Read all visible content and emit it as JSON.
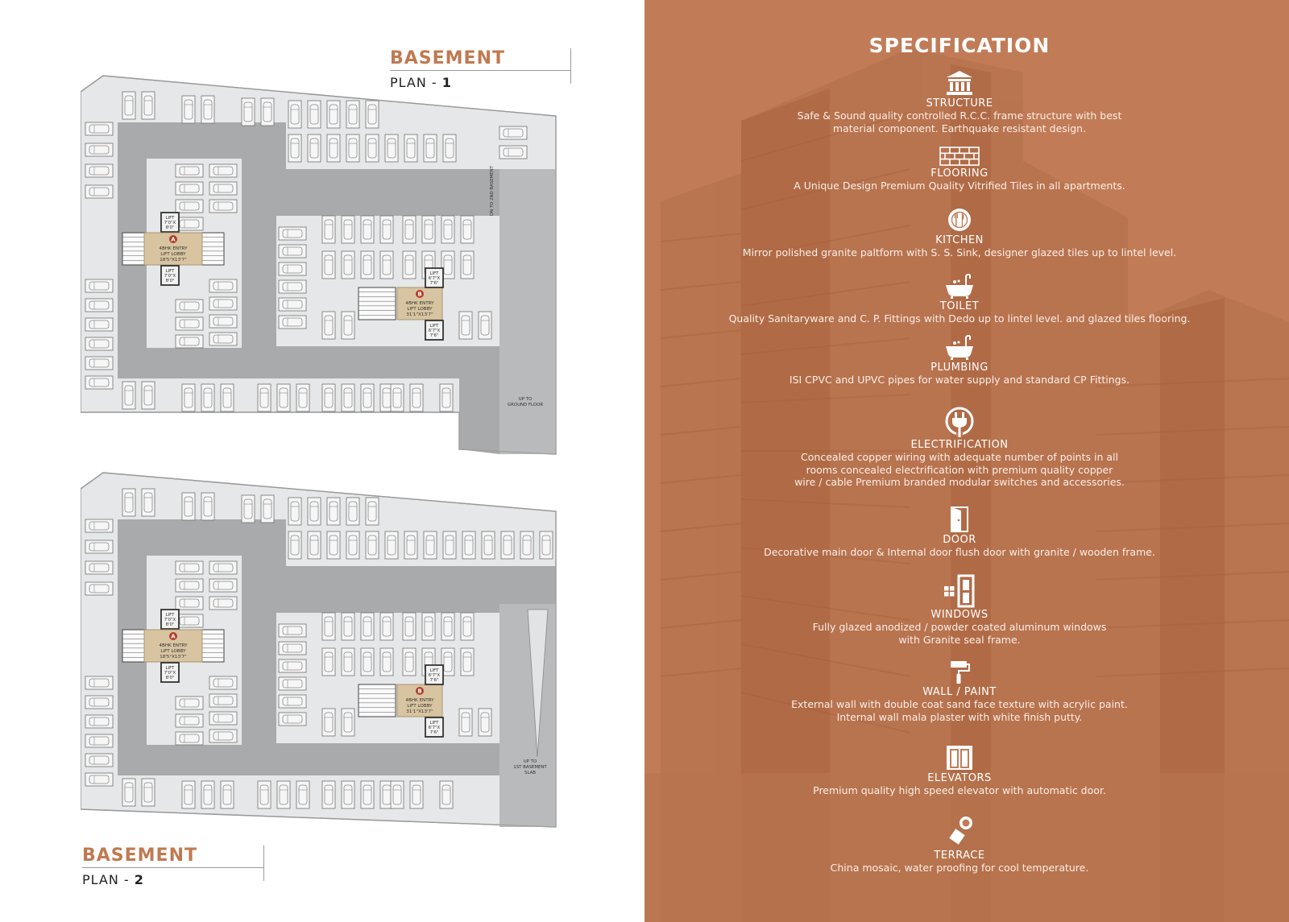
{
  "plans": [
    {
      "title": "BASEMENT",
      "subtitle_prefix": "PLAN - ",
      "subtitle_number": "1",
      "lobby_a": {
        "marker": "A",
        "line1": "4BHK ENTRY",
        "line2": "LIFT LOBBY",
        "line3": "18'5\"X13'7\""
      },
      "lift_a_top": {
        "line1": "LIFT",
        "line2": "7'0\"X",
        "line3": "8'0\""
      },
      "lift_a_bottom": {
        "line1": "LIFT",
        "line2": "7'0\"X",
        "line3": "8'0\""
      },
      "lobby_b": {
        "marker": "B",
        "line1": "4BHK ENTRY",
        "line2": "LIFT LOBBY",
        "line3": "31'1\"X13'7\""
      },
      "lift_b_top": {
        "line1": "LIFT",
        "line2": "6'7\"X",
        "line3": "7'6\""
      },
      "lift_b_bottom": {
        "line1": "LIFT",
        "line2": "6'7\"X",
        "line3": "7'6\""
      },
      "ramp_top_label": "DN TO 2ND BASEMENT",
      "ramp_bottom_line1": "UP TO",
      "ramp_bottom_line2": "GROUND FLOOR"
    },
    {
      "title": "BASEMENT",
      "subtitle_prefix": "PLAN - ",
      "subtitle_number": "2",
      "lobby_a": {
        "marker": "A",
        "line1": "4BHK ENTRY",
        "line2": "LIFT LOBBY",
        "line3": "18'5\"X13'7\""
      },
      "lift_a_top": {
        "line1": "LIFT",
        "line2": "7'0\"X",
        "line3": "8'0\""
      },
      "lift_a_bottom": {
        "line1": "LIFT",
        "line2": "7'0\"X",
        "line3": "8'0\""
      },
      "lobby_b": {
        "marker": "B",
        "line1": "4BHK ENTRY",
        "line2": "LIFT LOBBY",
        "line3": "31'1\"X13'7\""
      },
      "lift_b_top": {
        "line1": "LIFT",
        "line2": "6'7\"X",
        "line3": "7'6\""
      },
      "lift_b_bottom": {
        "line1": "LIFT",
        "line2": "6'7\"X",
        "line3": "7'6\""
      },
      "ramp_bottom_line1": "UP TO",
      "ramp_bottom_line2": "1ST BASEMENT",
      "ramp_bottom_line3": "SLAB"
    }
  ],
  "specification": {
    "heading": "SPECIFICATION",
    "items": [
      {
        "icon": "building-icon",
        "label": "STRUCTURE",
        "desc": [
          "Safe & Sound quality controlled R.C.C. frame structure with best",
          "material component. Earthquake resistant design."
        ]
      },
      {
        "icon": "tiles-icon",
        "label": "FLOORING",
        "desc": [
          "A Unique Design Premium Quality Vitrified Tiles in all apartments."
        ]
      },
      {
        "icon": "kitchen-icon",
        "label": "KITCHEN",
        "desc": [
          "Mirror polished granite paltform with S. S. Sink, designer glazed tiles up to lintel level."
        ]
      },
      {
        "icon": "bathtub-icon",
        "label": "TOILET",
        "desc": [
          "Quality Sanitaryware and C. P. Fittings with Dedo up to lintel level. and glazed tiles flooring."
        ]
      },
      {
        "icon": "bathtub-icon",
        "label": "PLUMBING",
        "desc": [
          "ISI CPVC and UPVC pipes for water supply and standard CP Fittings."
        ]
      },
      {
        "icon": "plug-icon",
        "label": "ELECTRIFICATION",
        "desc": [
          "Concealed copper wiring with adequate number of points in all",
          "rooms concealed electrification with premium quality copper",
          "wire / cable Premium branded modular switches and accessories."
        ]
      },
      {
        "icon": "door-icon",
        "label": "DOOR",
        "desc": [
          "Decorative main door & Internal door flush door with granite / wooden frame."
        ]
      },
      {
        "icon": "window-icon",
        "label": "WINDOWS",
        "desc": [
          "Fully glazed anodized / powder coated aluminum windows",
          "with Granite seal frame."
        ]
      },
      {
        "icon": "paint-roller-icon",
        "label": "WALL / PAINT",
        "desc": [
          "External wall with double coat sand face texture with acrylic paint.",
          "Internal wall mala plaster with white finish putty."
        ]
      },
      {
        "icon": "elevator-icon",
        "label": "ELEVATORS",
        "desc": [
          "Premium quality high speed elevator with automatic door."
        ]
      },
      {
        "icon": "mosaic-tile-icon",
        "label": "TERRACE",
        "desc": [
          "China mosaic, water proofing for cool temperature."
        ]
      }
    ]
  },
  "colors": {
    "accent": "#c07a51",
    "spec_background": "#c17c57",
    "floor_light": "#e8e8e8",
    "driveway": "#a9aaab"
  }
}
